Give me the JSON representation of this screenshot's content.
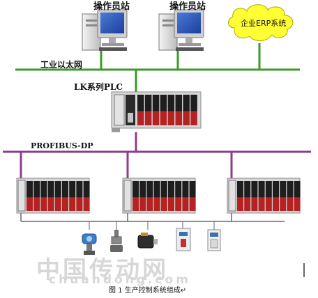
{
  "workstations": [
    {
      "label": "操作员站"
    },
    {
      "label": "操作员站"
    }
  ],
  "erp": {
    "label": "企业ERP系统"
  },
  "ethernet": {
    "label": "工业以太网"
  },
  "plc": {
    "label": "LK系列PLC"
  },
  "bus": {
    "label": "PROFIBUS-DP"
  },
  "caption": {
    "label": "图  1  生产控制系统组成↵"
  },
  "watermark": {
    "cn": "中国传动网",
    "en": "chuandong.com"
  },
  "colors": {
    "ethernet": "#3a9a2a",
    "profibus": "#8e3b8e",
    "field_bus": "#666666",
    "erp_fill": "#ffff33",
    "module_red": "#b42222",
    "module_black": "#1e1e1e",
    "rack": "#d8d8d8"
  }
}
